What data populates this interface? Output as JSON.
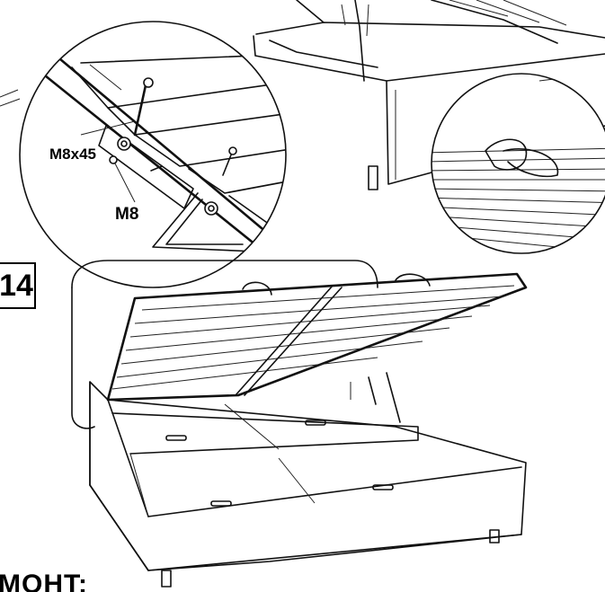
{
  "step": {
    "number": "14"
  },
  "callouts": {
    "bolt": "M8x45",
    "nut": "M8"
  },
  "footer": {
    "heading_partial": "MOHT:"
  },
  "colors": {
    "ink": "#111111",
    "paper": "#ffffff"
  }
}
